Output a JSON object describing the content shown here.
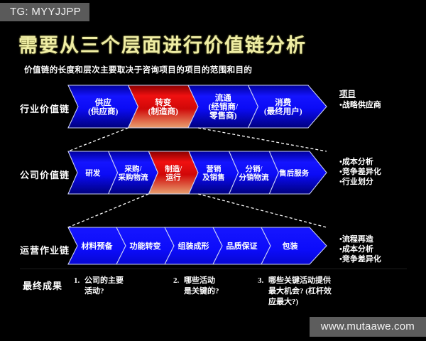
{
  "overlay": {
    "tg_tag": "TG: MYYJJPP",
    "watermark": "www.mutaawe.com"
  },
  "slide": {
    "title": "需要从三个层面进行价值链分析",
    "subtitle": "价值链的长度和层次主要取决于咨询项目的项目的范围和目的",
    "title_color": "#efeda4",
    "background_color": "#000000",
    "accent_blue": "#0a1ef0",
    "accent_red": "#cc0a0a"
  },
  "rows": [
    {
      "label": "行业价值链",
      "steps": [
        {
          "lines": [
            "供应",
            "(供应商)"
          ],
          "color": "blue"
        },
        {
          "lines": [
            "转变",
            "(制造商)"
          ],
          "color": "red"
        },
        {
          "lines": [
            "流通",
            "(经销商/",
            "零售商)"
          ],
          "color": "blue"
        },
        {
          "lines": [
            "消费",
            "(最终用户)"
          ],
          "color": "blue"
        }
      ],
      "bullets_header": "项目",
      "bullets": [
        "•战略供应商"
      ]
    },
    {
      "label": "公司价值链",
      "steps": [
        {
          "lines": [
            "研发"
          ],
          "color": "blue"
        },
        {
          "lines": [
            "采购/",
            "采购物流"
          ],
          "color": "blue"
        },
        {
          "lines": [
            "制造/",
            "运行"
          ],
          "color": "red"
        },
        {
          "lines": [
            "营销",
            "及销售"
          ],
          "color": "blue"
        },
        {
          "lines": [
            "分销/",
            "分销物流"
          ],
          "color": "blue"
        },
        {
          "lines": [
            "售后服务"
          ],
          "color": "blue"
        }
      ],
      "bullets_header": "",
      "bullets": [
        "•成本分析",
        "•竞争差异化",
        "•行业划分"
      ]
    },
    {
      "label": "运营作业链",
      "steps": [
        {
          "lines": [
            "材料预备"
          ],
          "color": "blue"
        },
        {
          "lines": [
            "功能转变"
          ],
          "color": "blue"
        },
        {
          "lines": [
            "组装成形"
          ],
          "color": "blue"
        },
        {
          "lines": [
            "品质保证"
          ],
          "color": "blue"
        },
        {
          "lines": [
            "包装"
          ],
          "color": "blue"
        }
      ],
      "bullets_header": "",
      "bullets": [
        "•流程再造",
        "•成本分析",
        "•竞争差异化"
      ]
    }
  ],
  "outcome": {
    "label": "最终成果",
    "questions": [
      {
        "num": "1.",
        "lines": [
          "公司的主要",
          "活动?"
        ]
      },
      {
        "num": "2.",
        "lines": [
          "哪些活动",
          "是关键的?"
        ]
      },
      {
        "num": "3.",
        "lines": [
          "哪些关键活动提供",
          "最大机会? (杠杆效",
          "应最大?)"
        ]
      }
    ]
  }
}
